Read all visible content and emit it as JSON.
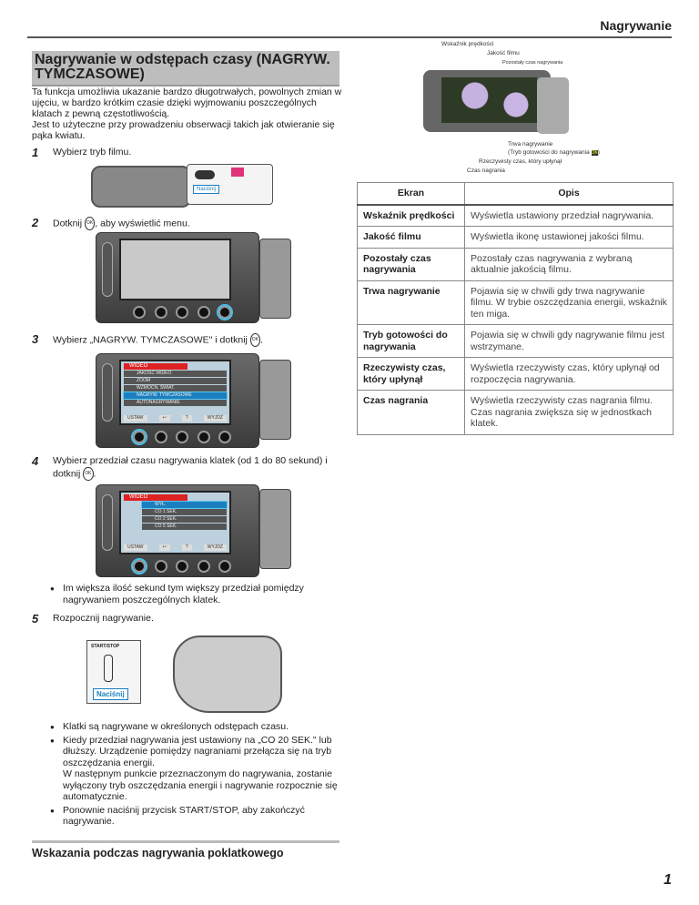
{
  "header": {
    "section": "Nagrywanie"
  },
  "title": "Nagrywanie w odstępach czasy (NAGRYW. TYMCZASOWE)",
  "intro": "Ta funkcja umożliwia ukazanie bardzo długotrwałych, powolnych zmian w ujęciu, w bardzo krótkim czasie dzięki wyjmowaniu poszczególnych klatach z pewną częstotliwością.",
  "intro2": "Jest to użyteczne przy prowadzeniu obserwacji takich jak otwieranie się pąka kwiatu.",
  "steps": [
    {
      "num": "1",
      "text": "Wybierz tryb filmu.",
      "press_label": "Naciśnij"
    },
    {
      "num": "2",
      "text_before": "Dotknij",
      "text_after": ", aby wyświetlić menu.",
      "icon": "OK"
    },
    {
      "num": "3",
      "text_before": "Wybierz „NAGRYW. TYMCZASOWE\" i dotknij",
      "text_after": ".",
      "icon": "OK"
    },
    {
      "num": "4",
      "text_before": "Wybierz przedział czasu nagrywania klatek (od 1 do 80 sekund) i dotknij",
      "text_after": ".",
      "icon": "OK"
    },
    {
      "num": "5",
      "text": "Rozpocznij nagrywanie.",
      "press_label": "Naciśnij",
      "button_label": "START/STOP"
    }
  ],
  "menu3": {
    "tab": "WIDEO",
    "items": [
      "JAKOŚĆ WIDEO",
      "ZOOM",
      "WZMOCN. ŚWIAT.",
      "NAGRYW. TYMCZASOWE",
      "AUTONAGRYWANIE"
    ],
    "buttons": [
      "USTAW",
      "↩",
      "?",
      "WYJDŹ"
    ]
  },
  "menu4": {
    "tab": "WIDEO",
    "items": [
      "WYŁ.",
      "CO 1 SEK.",
      "CO 2 SEK.",
      "CO 5 SEK."
    ],
    "buttons": [
      "USTAW",
      "↩",
      "?",
      "WYJDŹ"
    ]
  },
  "step4_bullets": [
    "Im większa ilość sekund tym większy przedział pomiędzy nagrywaniem poszczególnych klatek."
  ],
  "step5_bullets": [
    "Klatki są nagrywane w określonych odstępach czasu.",
    "Kiedy przedział nagrywania jest ustawiony na „CO 20 SEK.\" lub dłuższy. Urządzenie pomiędzy nagraniami przełącza się na tryb oszczędzania energii.",
    "W następnym punkcie przeznaczonym do nagrywania, zostanie wyłączony tryb oszczędzania energii i nagrywanie rozpocznie się automatycznie.",
    "Ponownie naciśnij przycisk START/STOP, aby zakończyć nagrywanie."
  ],
  "diagram": {
    "labels": [
      "Wskaźnik prędkości",
      "Jakość filmu",
      "Pozostały czas nagrywania",
      "Trwa nagrywanie",
      "(Tryb gotowości do nagrywania",
      ")",
      "Rzeczywisty czas, który upłynął",
      "Czas nagrania"
    ]
  },
  "table": {
    "headers": [
      "Ekran",
      "Opis"
    ],
    "rows": [
      [
        "Wskaźnik prędkości",
        "Wyświetla ustawiony przedział nagrywania."
      ],
      [
        "Jakość filmu",
        "Wyświetla ikonę ustawionej jakości filmu."
      ],
      [
        "Pozostały czas nagrywania",
        "Pozostały czas nagrywania z wybraną aktualnie jakością filmu."
      ],
      [
        "Trwa nagrywanie",
        "Pojawia się w chwili gdy trwa nagrywanie filmu. W trybie oszczędzania energii, wskaźnik ten miga."
      ],
      [
        "Tryb gotowości do nagrywania",
        "Pojawia się w chwili gdy nagrywanie filmu jest wstrzymane."
      ],
      [
        "Rzeczywisty czas, który upłynął",
        "Wyświetla rzeczywisty czas, który upłynął od rozpoczęcia nagrywania."
      ],
      [
        "Czas nagrania",
        "Wyświetla rzeczywisty czas nagrania filmu. Czas nagrania zwiększa się w jednostkach klatek."
      ]
    ]
  },
  "section2": "Wskazania podczas nagrywania poklatkowego",
  "page_number": "1",
  "colors": {
    "title_bg": "#bdbdbd",
    "highlight": "#1b7fbf",
    "accent_red": "#d22"
  }
}
